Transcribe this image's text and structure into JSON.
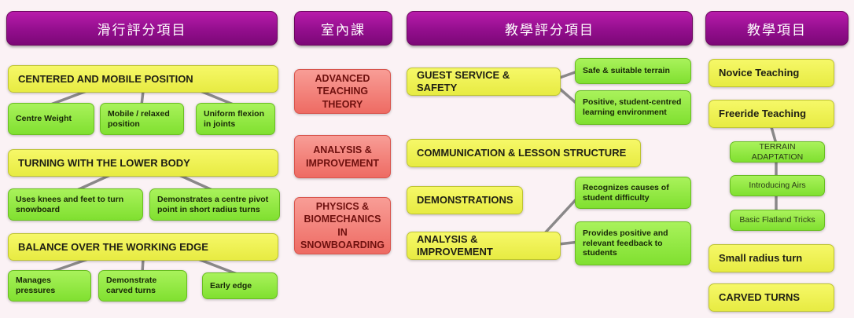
{
  "page": {
    "background": "#fbf2f5"
  },
  "palette": {
    "header_purple": "#930e8d",
    "topic_yellow": "#eef153",
    "child_green": "#8eeb3d",
    "indoor_red": "#f28079",
    "connector_gray": "#6b6b6b"
  },
  "columns": {
    "riding": {
      "header": "滑行評分項目",
      "topics": [
        {
          "label": "CENTERED AND MOBILE POSITION",
          "children": [
            "Centre Weight",
            "Mobile / relaxed position",
            "Uniform flexion in joints"
          ]
        },
        {
          "label": "TURNING WITH THE LOWER BODY",
          "children": [
            "Uses knees and feet to turn snowboard",
            "Demonstrates a centre pivot point in short radius turns"
          ]
        },
        {
          "label": "BALANCE OVER THE WORKING EDGE",
          "children": [
            "Manages pressures",
            "Demonstrate carved turns",
            "Early edge"
          ]
        }
      ]
    },
    "indoor": {
      "header": "室內課",
      "topics": [
        "ADVANCED TEACHING THEORY",
        "ANALYSIS & IMPROVEMENT",
        "PHYSICS & BIOMECHANICS IN SNOWBOARDING"
      ]
    },
    "teaching_eval": {
      "header": "教學評分項目",
      "topics": [
        "GUEST SERVICE & SAFETY",
        "COMMUNICATION & LESSON STRUCTURE",
        "DEMONSTRATIONS",
        "ANALYSIS & IMPROVEMENT"
      ],
      "children": [
        "Safe & suitable terrain",
        "Positive, student-centred learning environment",
        "Recognizes causes of student difficulty",
        "Provides positive and relevant feedback to students"
      ]
    },
    "teaching_items": {
      "header": "教學項目",
      "topics": [
        "Novice Teaching",
        "Freeride Teaching",
        "Small radius turn",
        "CARVED TURNS"
      ],
      "children": [
        "TERRAIN ADAPTATION",
        "Introducing Airs",
        "Basic Flatland Tricks"
      ]
    }
  }
}
